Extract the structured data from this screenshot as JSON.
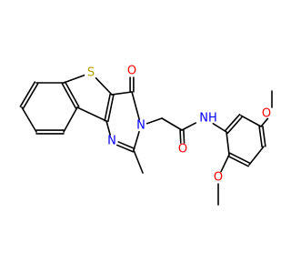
{
  "molecule": {
    "atom_colors": {
      "S": "#b3a100",
      "O": "#ff0000",
      "N": "#0000ff",
      "C": "#000000"
    },
    "labels": {
      "sulfur": "S",
      "carbonyl_oxygen_ring": "O",
      "ring_nitrogen_3": "N",
      "ring_nitrogen_1": "N",
      "amide_oxygen": "O",
      "amide_nh": "NH",
      "ether_oxygen_upper": "O",
      "ether_oxygen_lower": "O"
    }
  }
}
